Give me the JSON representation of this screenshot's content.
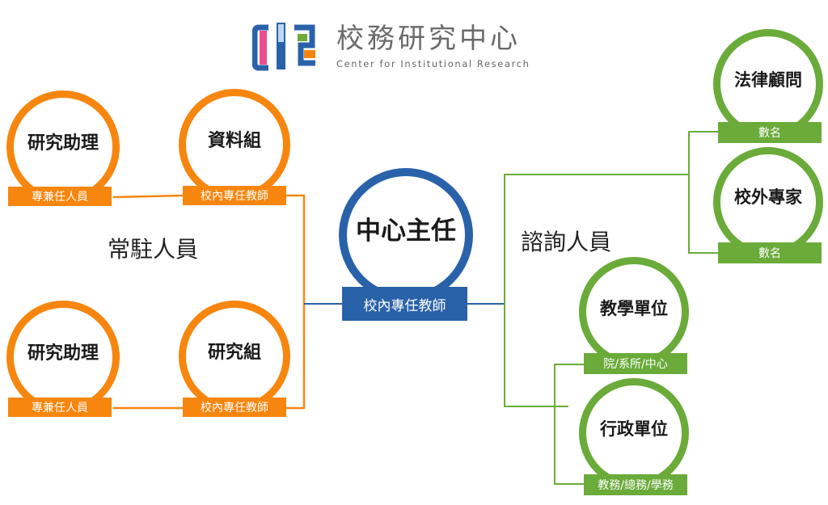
{
  "logo": {
    "title": "校務研究中心",
    "subtitle": "Center for Institutional Research",
    "icon": "cir-logo-icon",
    "colors": [
      "#e84f8c",
      "#3a8fd4",
      "#2a62aa",
      "#f7860f",
      "#6aab3a"
    ]
  },
  "center": {
    "name": "中心主任",
    "tag": "校內專任教師"
  },
  "resident": {
    "label": "常駐人員",
    "nodes": [
      {
        "name": "研究助理",
        "tag": "專兼任人員"
      },
      {
        "name": "資料組",
        "tag": "校內專任教師"
      },
      {
        "name": "研究助理",
        "tag": "專兼任人員"
      },
      {
        "name": "研究組",
        "tag": "校內專任教師"
      }
    ]
  },
  "advisory": {
    "label": "諮詢人員",
    "nodes": [
      {
        "name": "法律顧問",
        "tag": "數名"
      },
      {
        "name": "校外專家",
        "tag": "數名"
      },
      {
        "name": "教學單位",
        "tag": "院/系所/中心"
      },
      {
        "name": "行政單位",
        "tag": "教務/總務/學務"
      }
    ]
  },
  "colors": {
    "resident": "#f7860f",
    "advisory": "#6aab3a",
    "center": "#2a62aa"
  }
}
